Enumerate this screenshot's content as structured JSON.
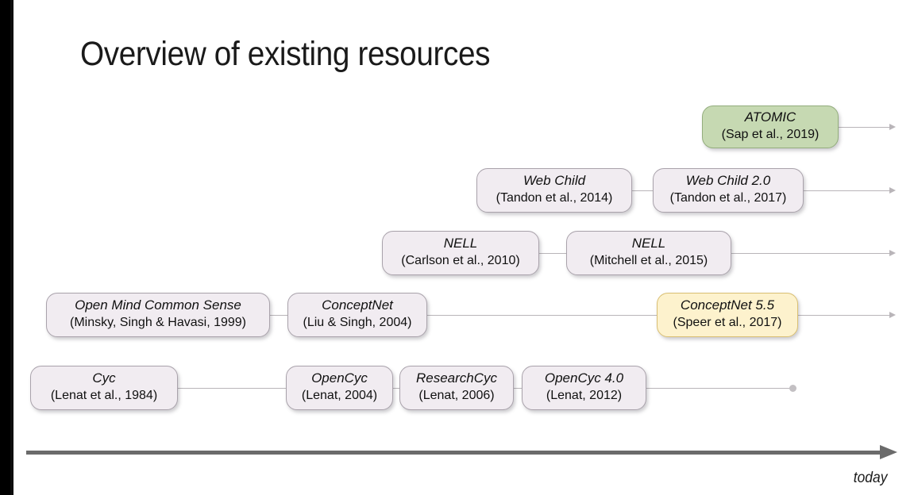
{
  "slide": {
    "title": "Overview of existing resources",
    "today_label": "today",
    "background_color": "#ffffff",
    "node_default_fill": "#f1ecf1",
    "node_default_border": "#a9a2ab",
    "node_highlight_green_fill": "#c6d9b2",
    "node_highlight_yellow_fill": "#fdf2cd",
    "connector_color": "#b9b5b9",
    "axis_color": "#6b6b6b"
  },
  "rows": [
    {
      "id": "atomic-row",
      "nodes": [
        {
          "name": "ATOMIC",
          "cite": "(Sap et al., 2019)",
          "style": "green"
        }
      ]
    },
    {
      "id": "webchild-row",
      "nodes": [
        {
          "name": "Web Child",
          "cite": "(Tandon et al., 2014)",
          "style": "default"
        },
        {
          "name": "Web Child 2.0",
          "cite": "(Tandon et al., 2017)",
          "style": "default"
        }
      ]
    },
    {
      "id": "nell-row",
      "nodes": [
        {
          "name": "NELL",
          "cite": "(Carlson et al., 2010)",
          "style": "default"
        },
        {
          "name": "NELL",
          "cite": "(Mitchell et al., 2015)",
          "style": "default"
        }
      ]
    },
    {
      "id": "conceptnet-row",
      "nodes": [
        {
          "name": "Open Mind Common Sense",
          "cite": "(Minsky, Singh & Havasi, 1999)",
          "style": "default"
        },
        {
          "name": "ConceptNet",
          "cite": "(Liu & Singh, 2004)",
          "style": "default"
        },
        {
          "name": "ConceptNet 5.5",
          "cite": "(Speer et al., 2017)",
          "style": "yellow"
        }
      ]
    },
    {
      "id": "cyc-row",
      "nodes": [
        {
          "name": "Cyc",
          "cite": "(Lenat et al., 1984)",
          "style": "default"
        },
        {
          "name": "OpenCyc",
          "cite": "(Lenat, 2004)",
          "style": "default"
        },
        {
          "name": "ResearchCyc",
          "cite": "(Lenat, 2006)",
          "style": "default"
        },
        {
          "name": "OpenCyc 4.0",
          "cite": "(Lenat, 2012)",
          "style": "default"
        }
      ]
    }
  ]
}
